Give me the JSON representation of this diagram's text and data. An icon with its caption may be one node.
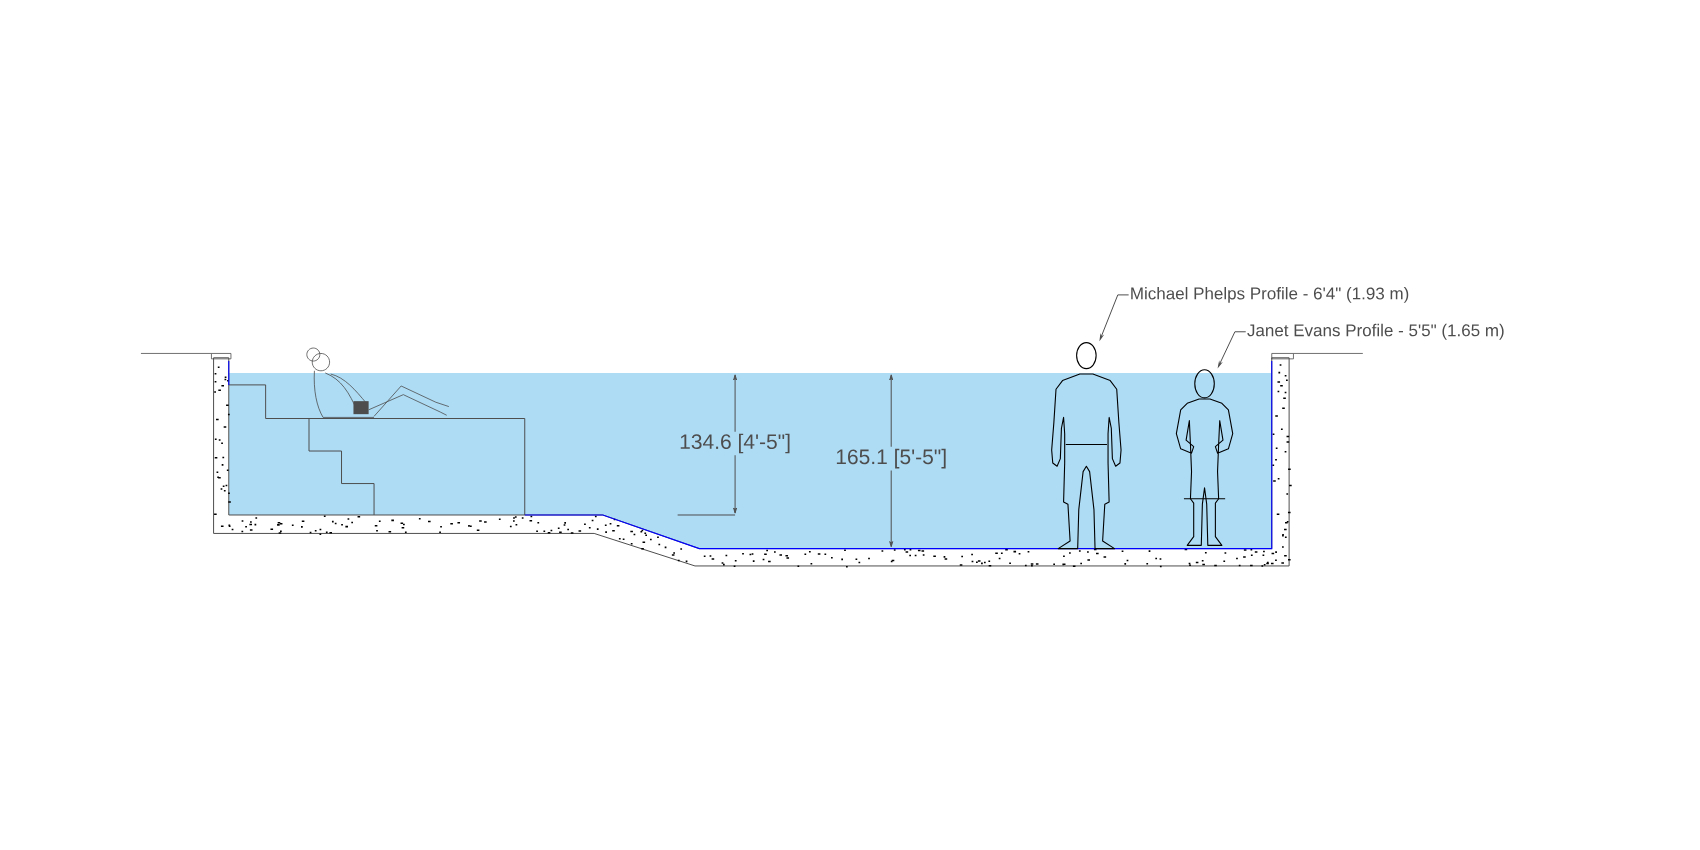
{
  "diagram": {
    "nodes": [
      {
        "text": [
          "Michael Phelps Profile - 6'4\" (1.93 m)"
        ]
      },
      {
        "text": [],
        "shape": "person"
      },
      {
        "text": [
          "Janet Evans Profile - 5'5\" (1.65 m)"
        ]
      },
      {
        "text": [],
        "shape": "person"
      }
    ],
    "edges": [
      {
        "from": 0,
        "to": 1,
        "arrow": "to"
      },
      {
        "from": 2,
        "to": 3,
        "arrow": "to"
      }
    ],
    "labels": [
      "134.6 [4'-5\"]",
      "165.1 [5'-5\"]"
    ]
  }
}
